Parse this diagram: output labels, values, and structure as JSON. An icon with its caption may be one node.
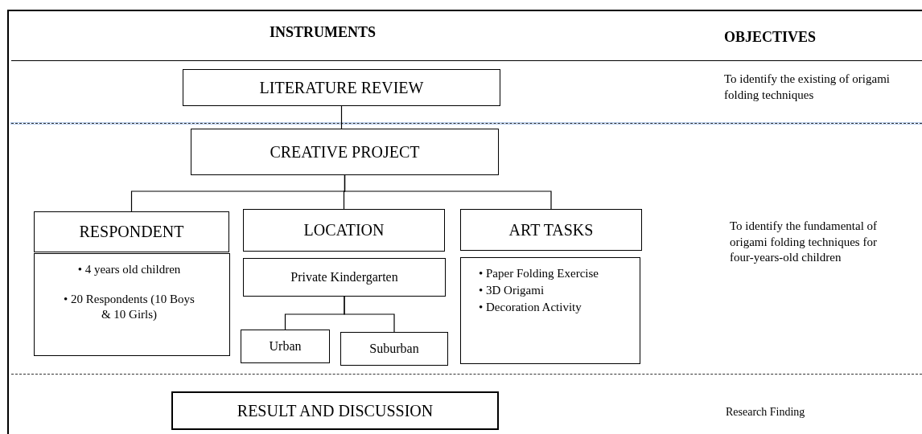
{
  "diagram": {
    "nodes": [
      {
        "text": [
          "LITERATURE REVIEW"
        ]
      },
      {
        "text": [
          "CREATIVE PROJECT"
        ]
      },
      {
        "text": [
          "RESPONDENT"
        ]
      },
      {
        "text": [
          "• 4 years old children",
          "• 20 Respondents (10 Boys & 10 Girls)"
        ]
      },
      {
        "text": [
          "LOCATION"
        ]
      },
      {
        "text": [
          "Private Kindergarten"
        ]
      },
      {
        "text": [
          "Urban"
        ]
      },
      {
        "text": [
          "Suburban"
        ]
      },
      {
        "text": [
          "ART TASKS"
        ]
      },
      {
        "text": [
          "• Paper Folding Exercise",
          "• 3D Origami",
          "• Decoration Activity"
        ]
      },
      {
        "text": [
          "RESULT AND DISCUSSION"
        ]
      }
    ],
    "edges": [
      {
        "from": 0,
        "to": 1,
        "arrow": "none"
      },
      {
        "from": 1,
        "to": 2,
        "arrow": "none"
      },
      {
        "from": 1,
        "to": 4,
        "arrow": "none"
      },
      {
        "from": 1,
        "to": 8,
        "arrow": "none"
      },
      {
        "from": 5,
        "to": 6,
        "arrow": "none"
      },
      {
        "from": 5,
        "to": 7,
        "arrow": "none"
      }
    ],
    "labels": [
      "INSTRUMENTS",
      "OBJECTIVES",
      "To identify the existing of origami folding techniques",
      "To identify the fundamental of origami folding techniques for four-years-old children",
      "Research Finding"
    ]
  }
}
